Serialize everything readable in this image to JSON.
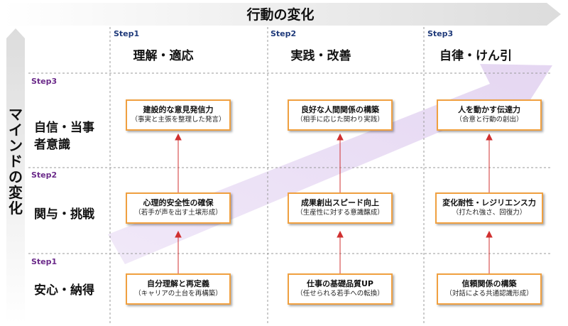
{
  "top_axis": {
    "label": "行動の変化"
  },
  "left_axis": {
    "label": "マインドの変化"
  },
  "columns": [
    {
      "step": "Step1",
      "title": "理解・適応"
    },
    {
      "step": "Step2",
      "title": "実践・改善"
    },
    {
      "step": "Step3",
      "title": "自律・けん引"
    }
  ],
  "rows": [
    {
      "step": "Step3",
      "title": "自信・当事者意識"
    },
    {
      "step": "Step2",
      "title": "関与・挑戦"
    },
    {
      "step": "Step1",
      "title": "安心・納得"
    }
  ],
  "boxes": {
    "r3c1": {
      "title": "建設的な意見発信力",
      "sub": "（事実と主張を整理した発言）"
    },
    "r3c2": {
      "title": "良好な人間関係の構築",
      "sub": "（相手に応じた関わり実践）"
    },
    "r3c3": {
      "title": "人を動かす伝達力",
      "sub": "（合意と行動の創出）"
    },
    "r2c1": {
      "title": "心理的安全性の確保",
      "sub": "（若手が声を出す土壌形成）"
    },
    "r2c2": {
      "title": "成果創出スピード向上",
      "sub": "（生産性に対する意識醸成）"
    },
    "r2c3": {
      "title": "変化耐性・レジリエンス力",
      "sub": "（打たれ強さ、回復力）"
    },
    "r1c1": {
      "title": "自分理解と再定義",
      "sub": "（キャリアの土台を再構築）"
    },
    "r1c2": {
      "title": "仕事の基礎品質UP",
      "sub": "（任せられる若手への転換）"
    },
    "r1c3": {
      "title": "信頼関係の構築",
      "sub": "（対話による共通認識形成）"
    }
  },
  "colors": {
    "box_border": "#f0a040",
    "connector": "#d03030",
    "diagonal_arrow": "#e9ddf4",
    "axis_arrow": "#eeeeee"
  }
}
